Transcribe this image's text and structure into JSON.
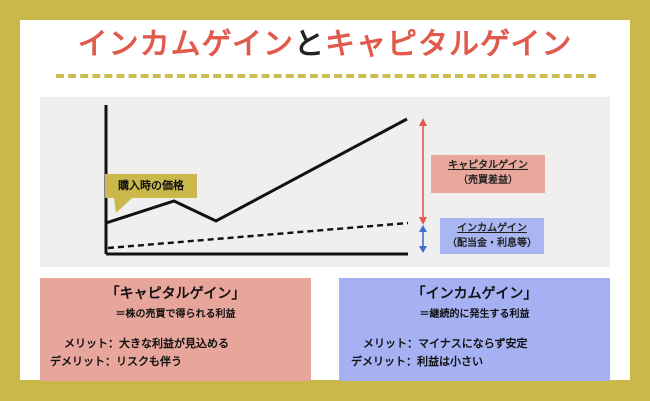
{
  "title": {
    "part1": "インカムゲイン",
    "connector": "と",
    "part2": "キャピタルゲイン"
  },
  "chart": {
    "callout": "購入時の価格",
    "capital_label": {
      "line1": "キャピタルゲイン",
      "line2": "（売買差益）"
    },
    "income_label": {
      "line1": "インカムゲイン",
      "line2": "（配当金・利息等）"
    },
    "colors": {
      "capital_arrow": "#e05b4c",
      "income_arrow": "#3b6fd6",
      "callout": "#cbb84a"
    }
  },
  "cards": {
    "capital": {
      "heading": "「キャピタルゲイン」",
      "subheading": "＝株の売買で得られる利益",
      "merit": "メリット：大きな利益が見込める",
      "demerit": "デメリット：リスクも伴う"
    },
    "income": {
      "heading": "「インカムゲイン」",
      "subheading": "＝継続的に発生する利益",
      "merit": "メリット：マイナスにならず安定",
      "demerit": "デメリット：利益は小さい"
    }
  }
}
